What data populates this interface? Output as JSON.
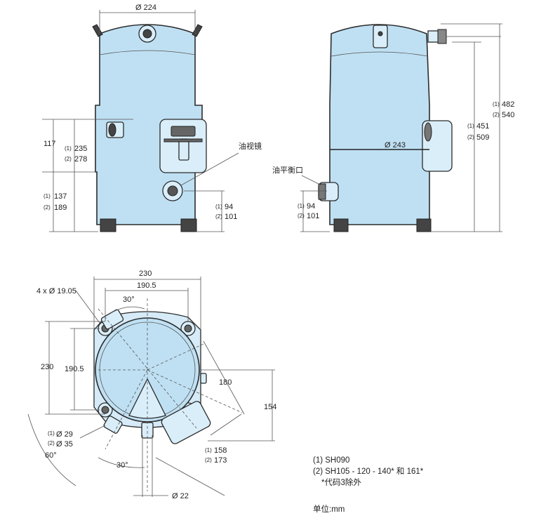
{
  "front_view": {
    "dia_label": "Ø 224",
    "h117": "117",
    "h235_mark": "(1)",
    "h235": "235",
    "h278_mark": "(2)",
    "h278": "278",
    "h137_mark": "(1)",
    "h137": "137",
    "h189_mark": "(2)",
    "h189": "189",
    "sight_glass_label": "油视镜",
    "h94_mark": "(1)",
    "h94": "94",
    "h101_mark": "(2)",
    "h101": "101"
  },
  "side_view": {
    "dia_label": "Ø 243",
    "oil_equal_label": "油平衡口",
    "h94_mark": "(1)",
    "h94": "94",
    "h101_mark": "(2)",
    "h101": "101",
    "h451_mark": "(1)",
    "h451": "451",
    "h509_mark": "(2)",
    "h509": "509",
    "h482_mark": "(1)",
    "h482": "482",
    "h540_mark": "(2)",
    "h540": "540"
  },
  "top_view": {
    "w230": "230",
    "w190": "190.5",
    "holes": "4 x Ø 19.05",
    "ang30_top": "30°",
    "v230": "230",
    "v190": "190.5",
    "d180": "180",
    "d154": "154",
    "d29_mark": "(1)",
    "d29": "Ø 29",
    "d35_mark": "(2)",
    "d35": "Ø 35",
    "ang60": "60°",
    "ang30_bottom": "30°",
    "d158_mark": "(1)",
    "d158": "158",
    "d173_mark": "(2)",
    "d173": "173",
    "d22": "Ø 22"
  },
  "legend": {
    "line1": "(1) SH090",
    "line2": "(2) SH105 - 120 - 140* 和 161*",
    "line3": "*代码3除外",
    "unit": "单位:mm"
  }
}
